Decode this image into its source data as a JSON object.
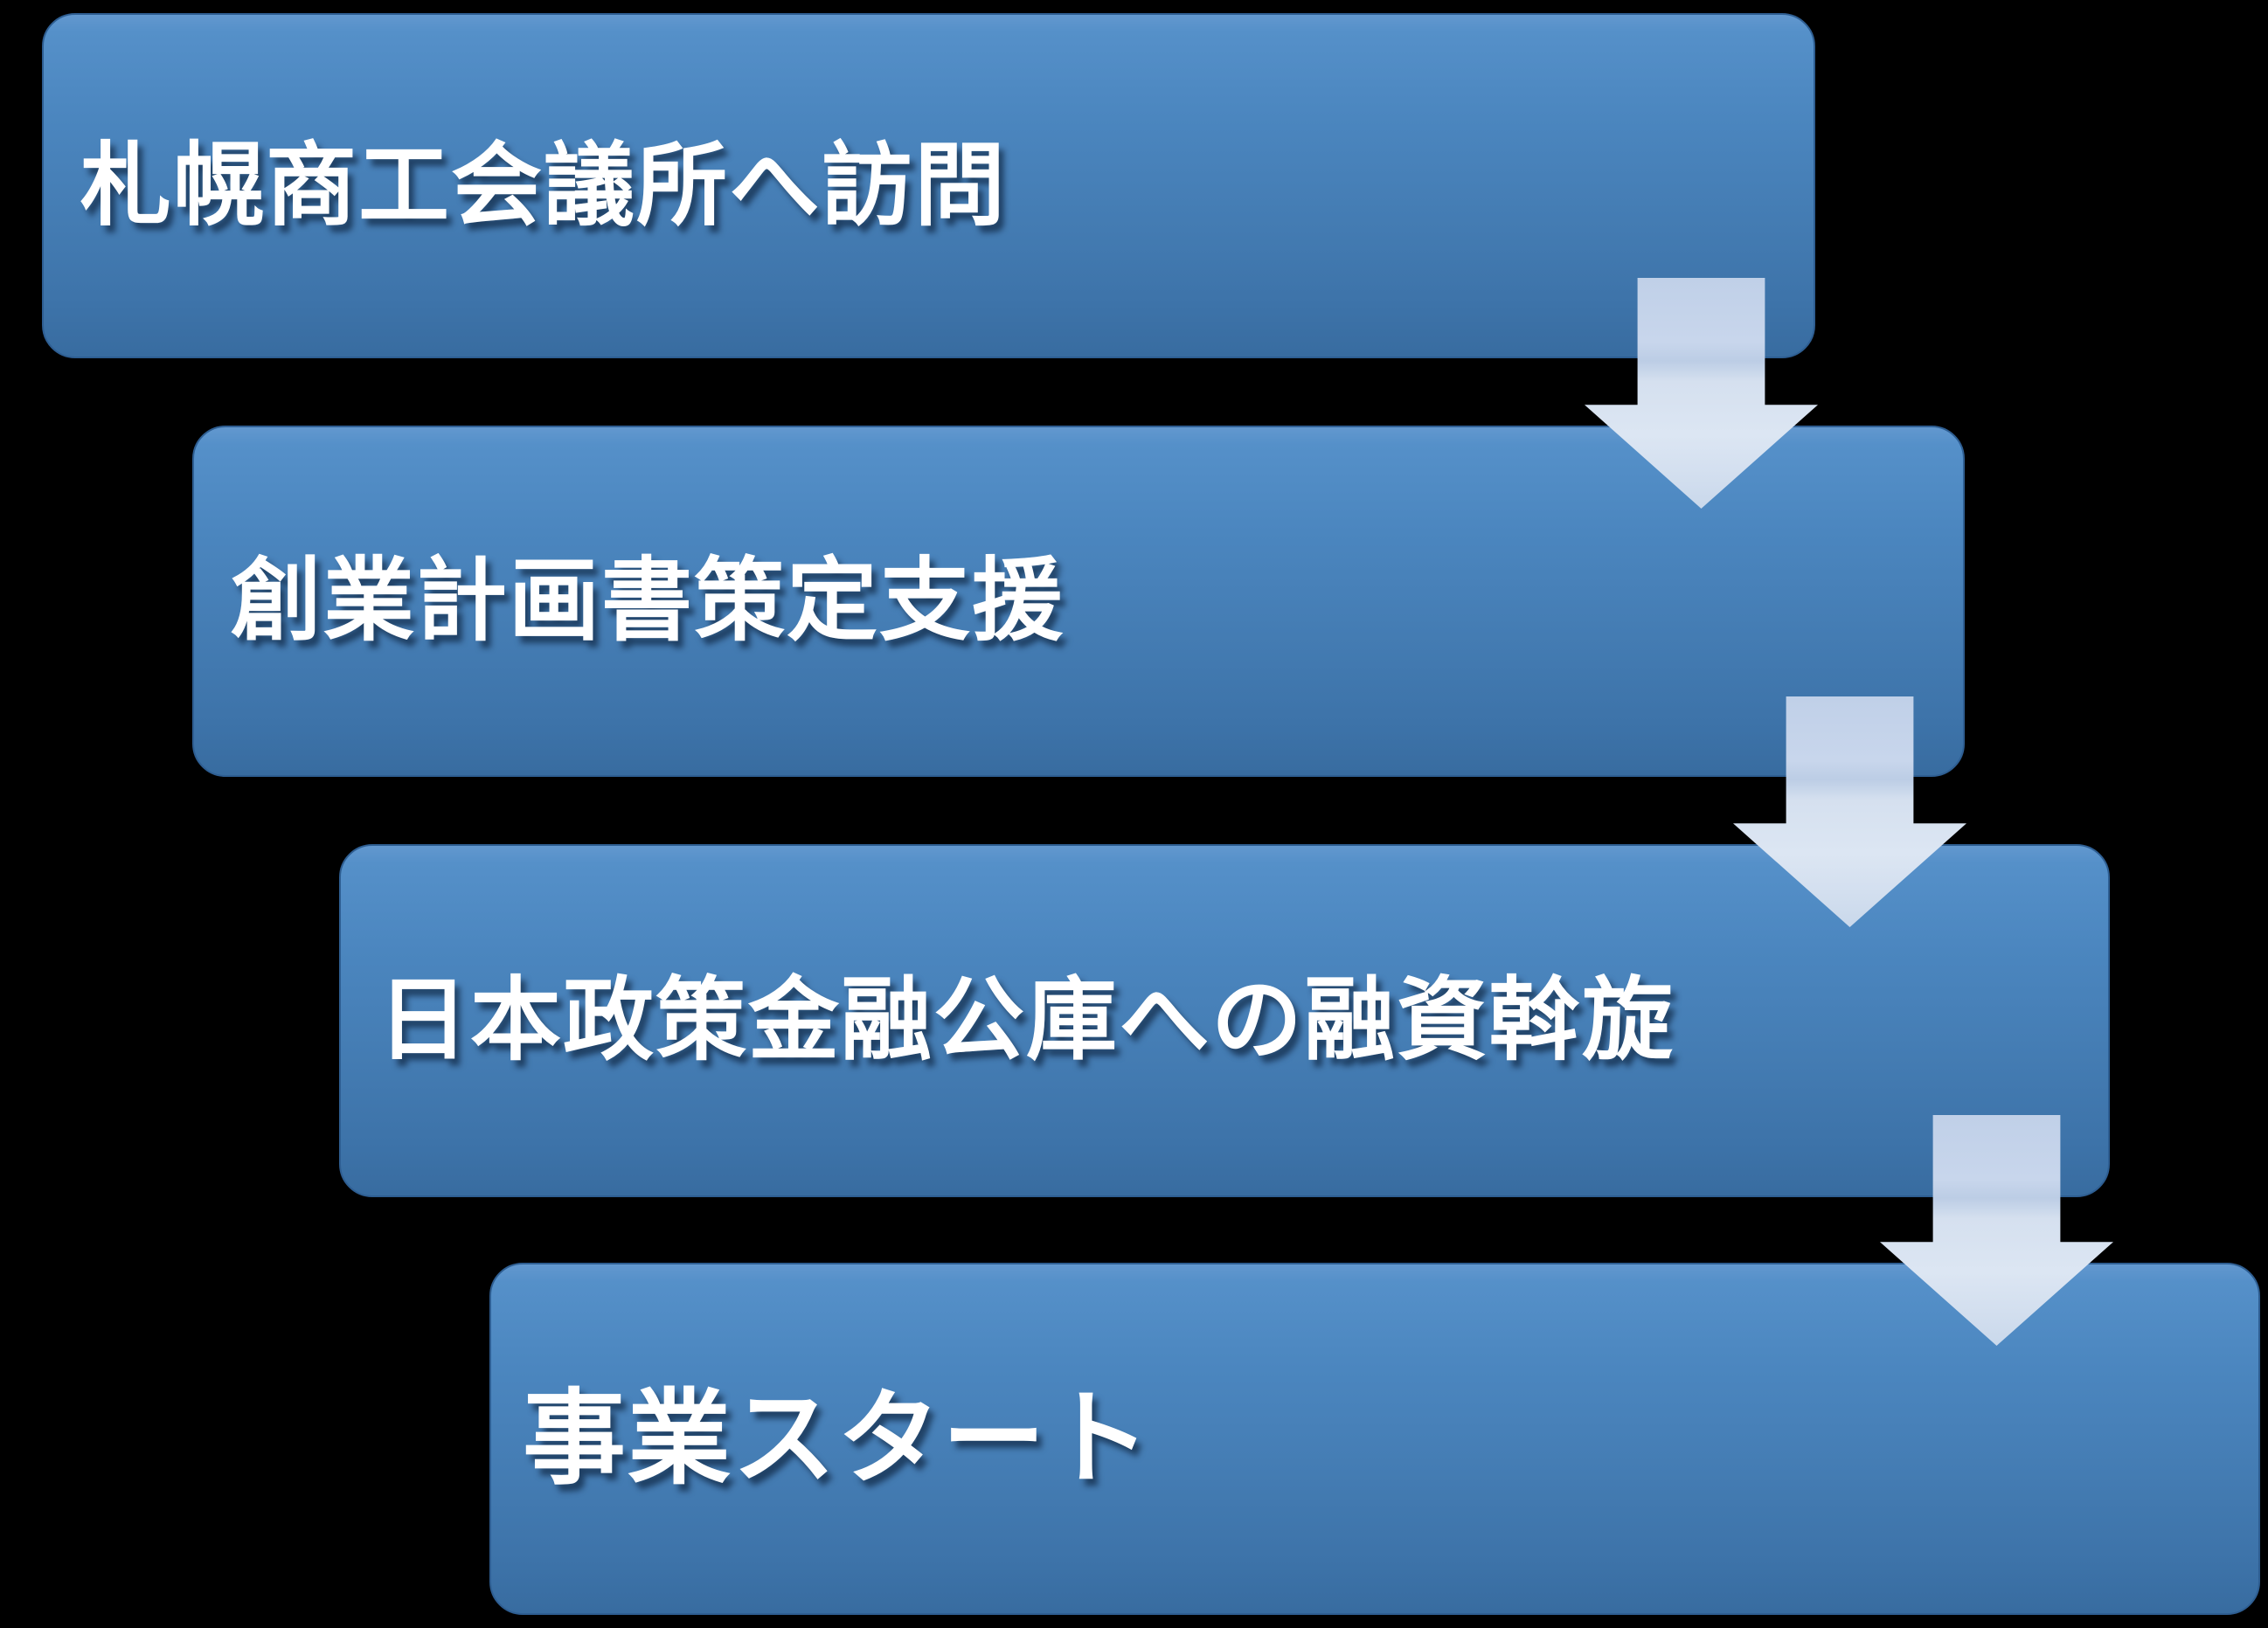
{
  "diagram": {
    "kind": "step-down-process-flowchart",
    "steps": [
      {
        "label": "札幌商工会議所へ訪問"
      },
      {
        "label": "創業計画書策定支援"
      },
      {
        "label": "日本政策金融公庫への融資斡旋"
      },
      {
        "label": "事業スタート"
      }
    ],
    "colors": {
      "background": "#000000",
      "box_gradient_top": "#5A93CB",
      "box_gradient_bottom": "#386CA0",
      "box_border": "#2E5E92",
      "arrow_gradient_top": "#C0D0E8",
      "arrow_gradient_bottom": "#DCE6F3",
      "label_text": "#FFFFFF"
    }
  }
}
